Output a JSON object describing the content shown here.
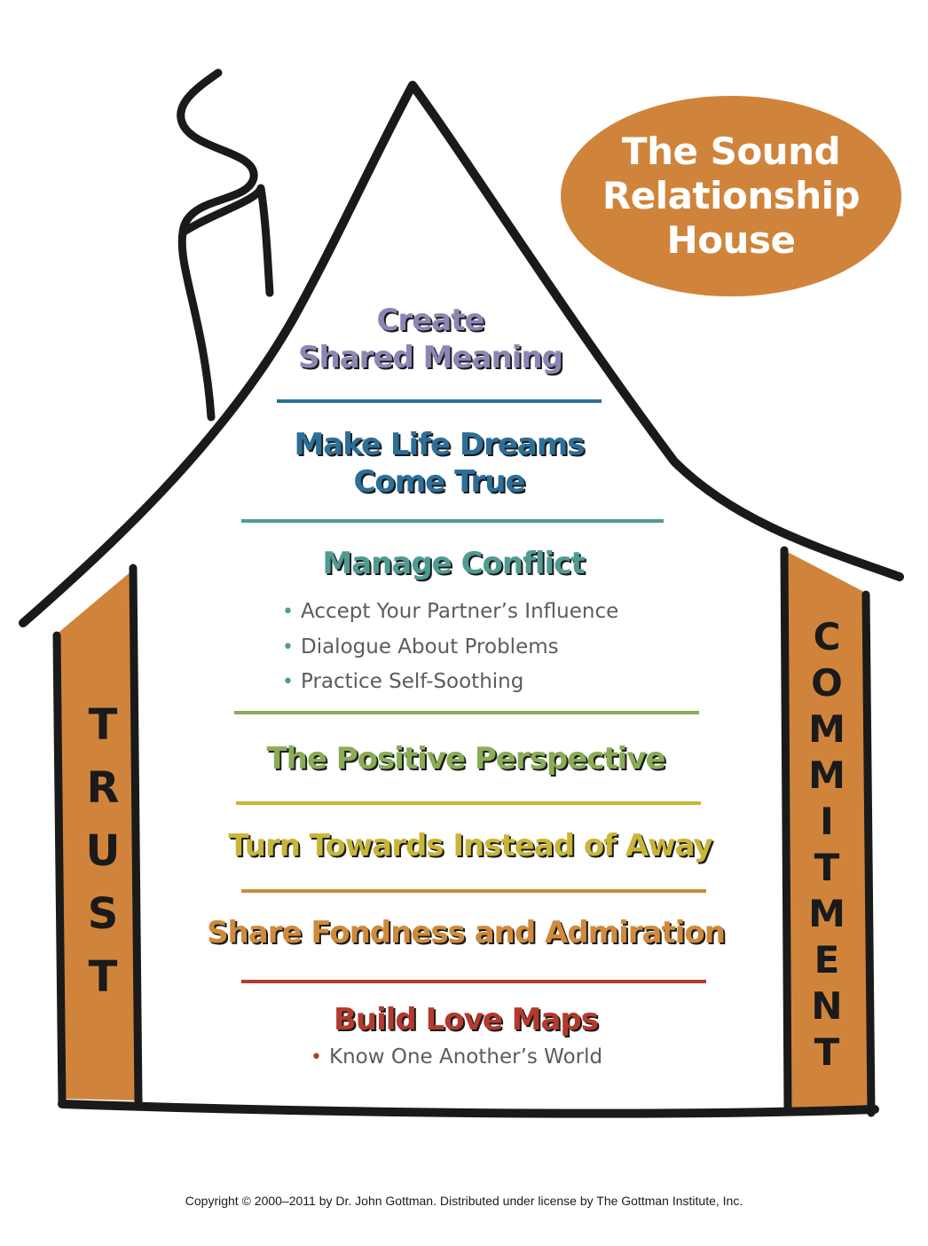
{
  "badge": {
    "lines": [
      "The Sound",
      "Relationship",
      "House"
    ],
    "color": "#d0843b"
  },
  "pillars": {
    "left": {
      "letters": [
        "T",
        "R",
        "U",
        "S",
        "T"
      ],
      "color": "#d0843b"
    },
    "right": {
      "letters": [
        "C",
        "O",
        "M",
        "M",
        "I",
        "T",
        "M",
        "E",
        "N",
        "T"
      ],
      "color": "#d0843b"
    }
  },
  "levels": [
    {
      "lines": [
        "Create",
        "Shared Meaning"
      ],
      "color": "#8b87b5"
    },
    {
      "lines": [
        "Make Life Dreams",
        "Come True"
      ],
      "color": "#2b6f9a"
    },
    {
      "lines": [
        "Manage Conflict"
      ],
      "color": "#4f9b92",
      "bullets": [
        "Accept Your Partner’s Influence",
        "Dialogue About Problems",
        "Practice Self-Soothing"
      ],
      "bullet_color": "#4f9b92"
    },
    {
      "lines": [
        "The Positive Perspective"
      ],
      "color": "#8aac55"
    },
    {
      "lines": [
        "Turn Towards Instead of Away"
      ],
      "color": "#c9b537"
    },
    {
      "lines": [
        "Share Fondness and Admiration"
      ],
      "color": "#cf8a3b"
    },
    {
      "lines": [
        "Build Love Maps"
      ],
      "color": "#b33a2c",
      "bullets": [
        "Know One Another’s World"
      ],
      "bullet_color": "#b33a2c"
    }
  ],
  "dividers": [
    {
      "color": "#2b6f9a"
    },
    {
      "color": "#4f9b92"
    },
    {
      "color": "#8aac55"
    },
    {
      "color": "#c9b537"
    },
    {
      "color": "#cf8a3b"
    },
    {
      "color": "#b33a2c"
    }
  ],
  "copyright": "Copyright © 2000–2011 by Dr. John Gottman. Distributed under license by The Gottman Institute, Inc."
}
